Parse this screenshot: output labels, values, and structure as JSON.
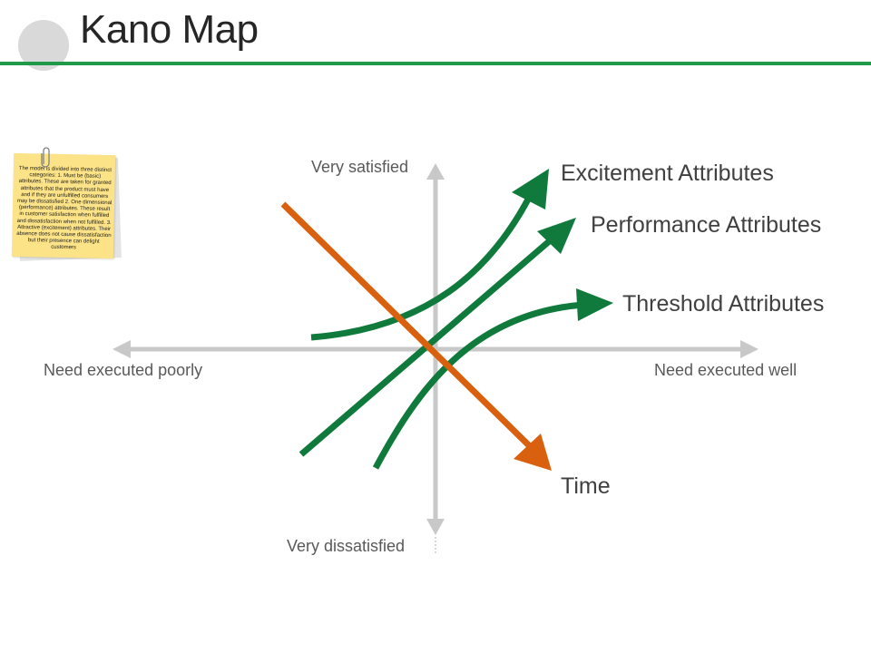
{
  "title": "Kano Map",
  "note": {
    "text": "The model is divided into three distinct categories: 1. Must be (basic) attributes. These are taken for granted attributes that the product must have and if they are unfulfilled consumers may be dissatisfied 2. One dimensional (performance) attributes. These result in customer satisfaction when fulfilled and dissatisfaction when not fulfilled. 3. Attractive (excitement) attributes. Their absence does not cause dissatisfaction but their presence can delight customers"
  },
  "axes": {
    "top": "Very satisfied",
    "bottom": "Very dissatisfied",
    "left": "Need executed poorly",
    "right": "Need executed well"
  },
  "curves": {
    "excitement": "Excitement Attributes",
    "performance": "Performance Attributes",
    "threshold": "Threshold Attributes",
    "time": "Time"
  },
  "colors": {
    "accent_green": "#1f9a48",
    "curve_green": "#0f7a3c",
    "time_orange": "#d8600e",
    "axis_gray": "#c8c8c8"
  }
}
